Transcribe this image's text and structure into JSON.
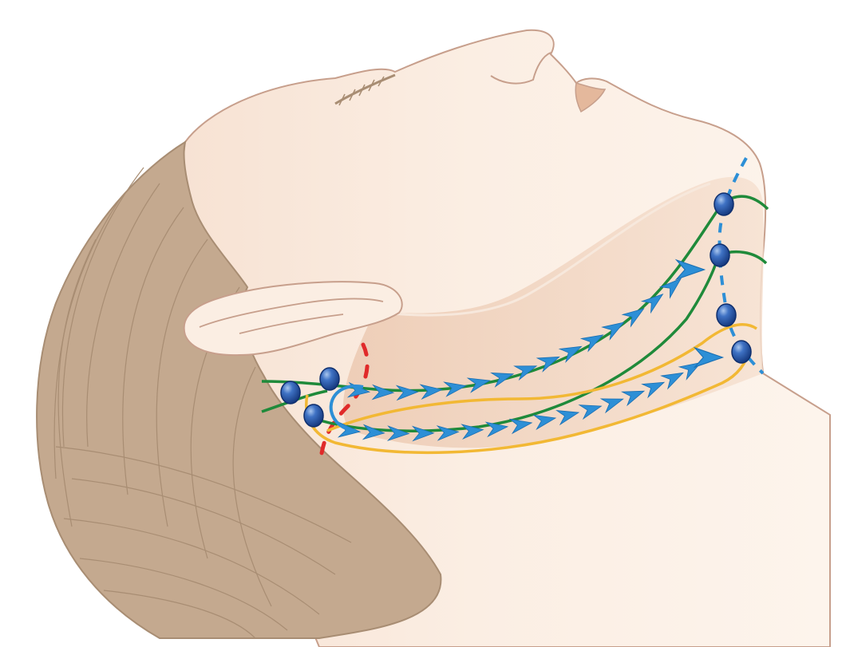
{
  "illustration": {
    "subject": "head-and-neck-lymphatic-drainage",
    "colors": {
      "background": "#ffffff",
      "skin_light": "#fbeee3",
      "skin_mid": "#f3dccb",
      "skin_shadow": "#ecc9b1",
      "skin_outline": "#c79f8c",
      "hair": "#c4a98f",
      "hair_strands": "#a88d73",
      "nostril": "#e4b89c",
      "lymph_node_fill": "#1f4fa0",
      "lymph_node_highlight": "#8fb2e2",
      "drainage_arrow": "#2d8fd6",
      "green_vessel": "#1f8a3a",
      "yellow_vessel": "#f2b834",
      "red_boundary": "#e02a2a",
      "blue_dashed": "#2d8fd6"
    },
    "icons": [
      "lymph-node-icon",
      "drainage-arrow-icon"
    ],
    "lymph_node_count": 7,
    "drainage_arrow_rows": 2
  }
}
